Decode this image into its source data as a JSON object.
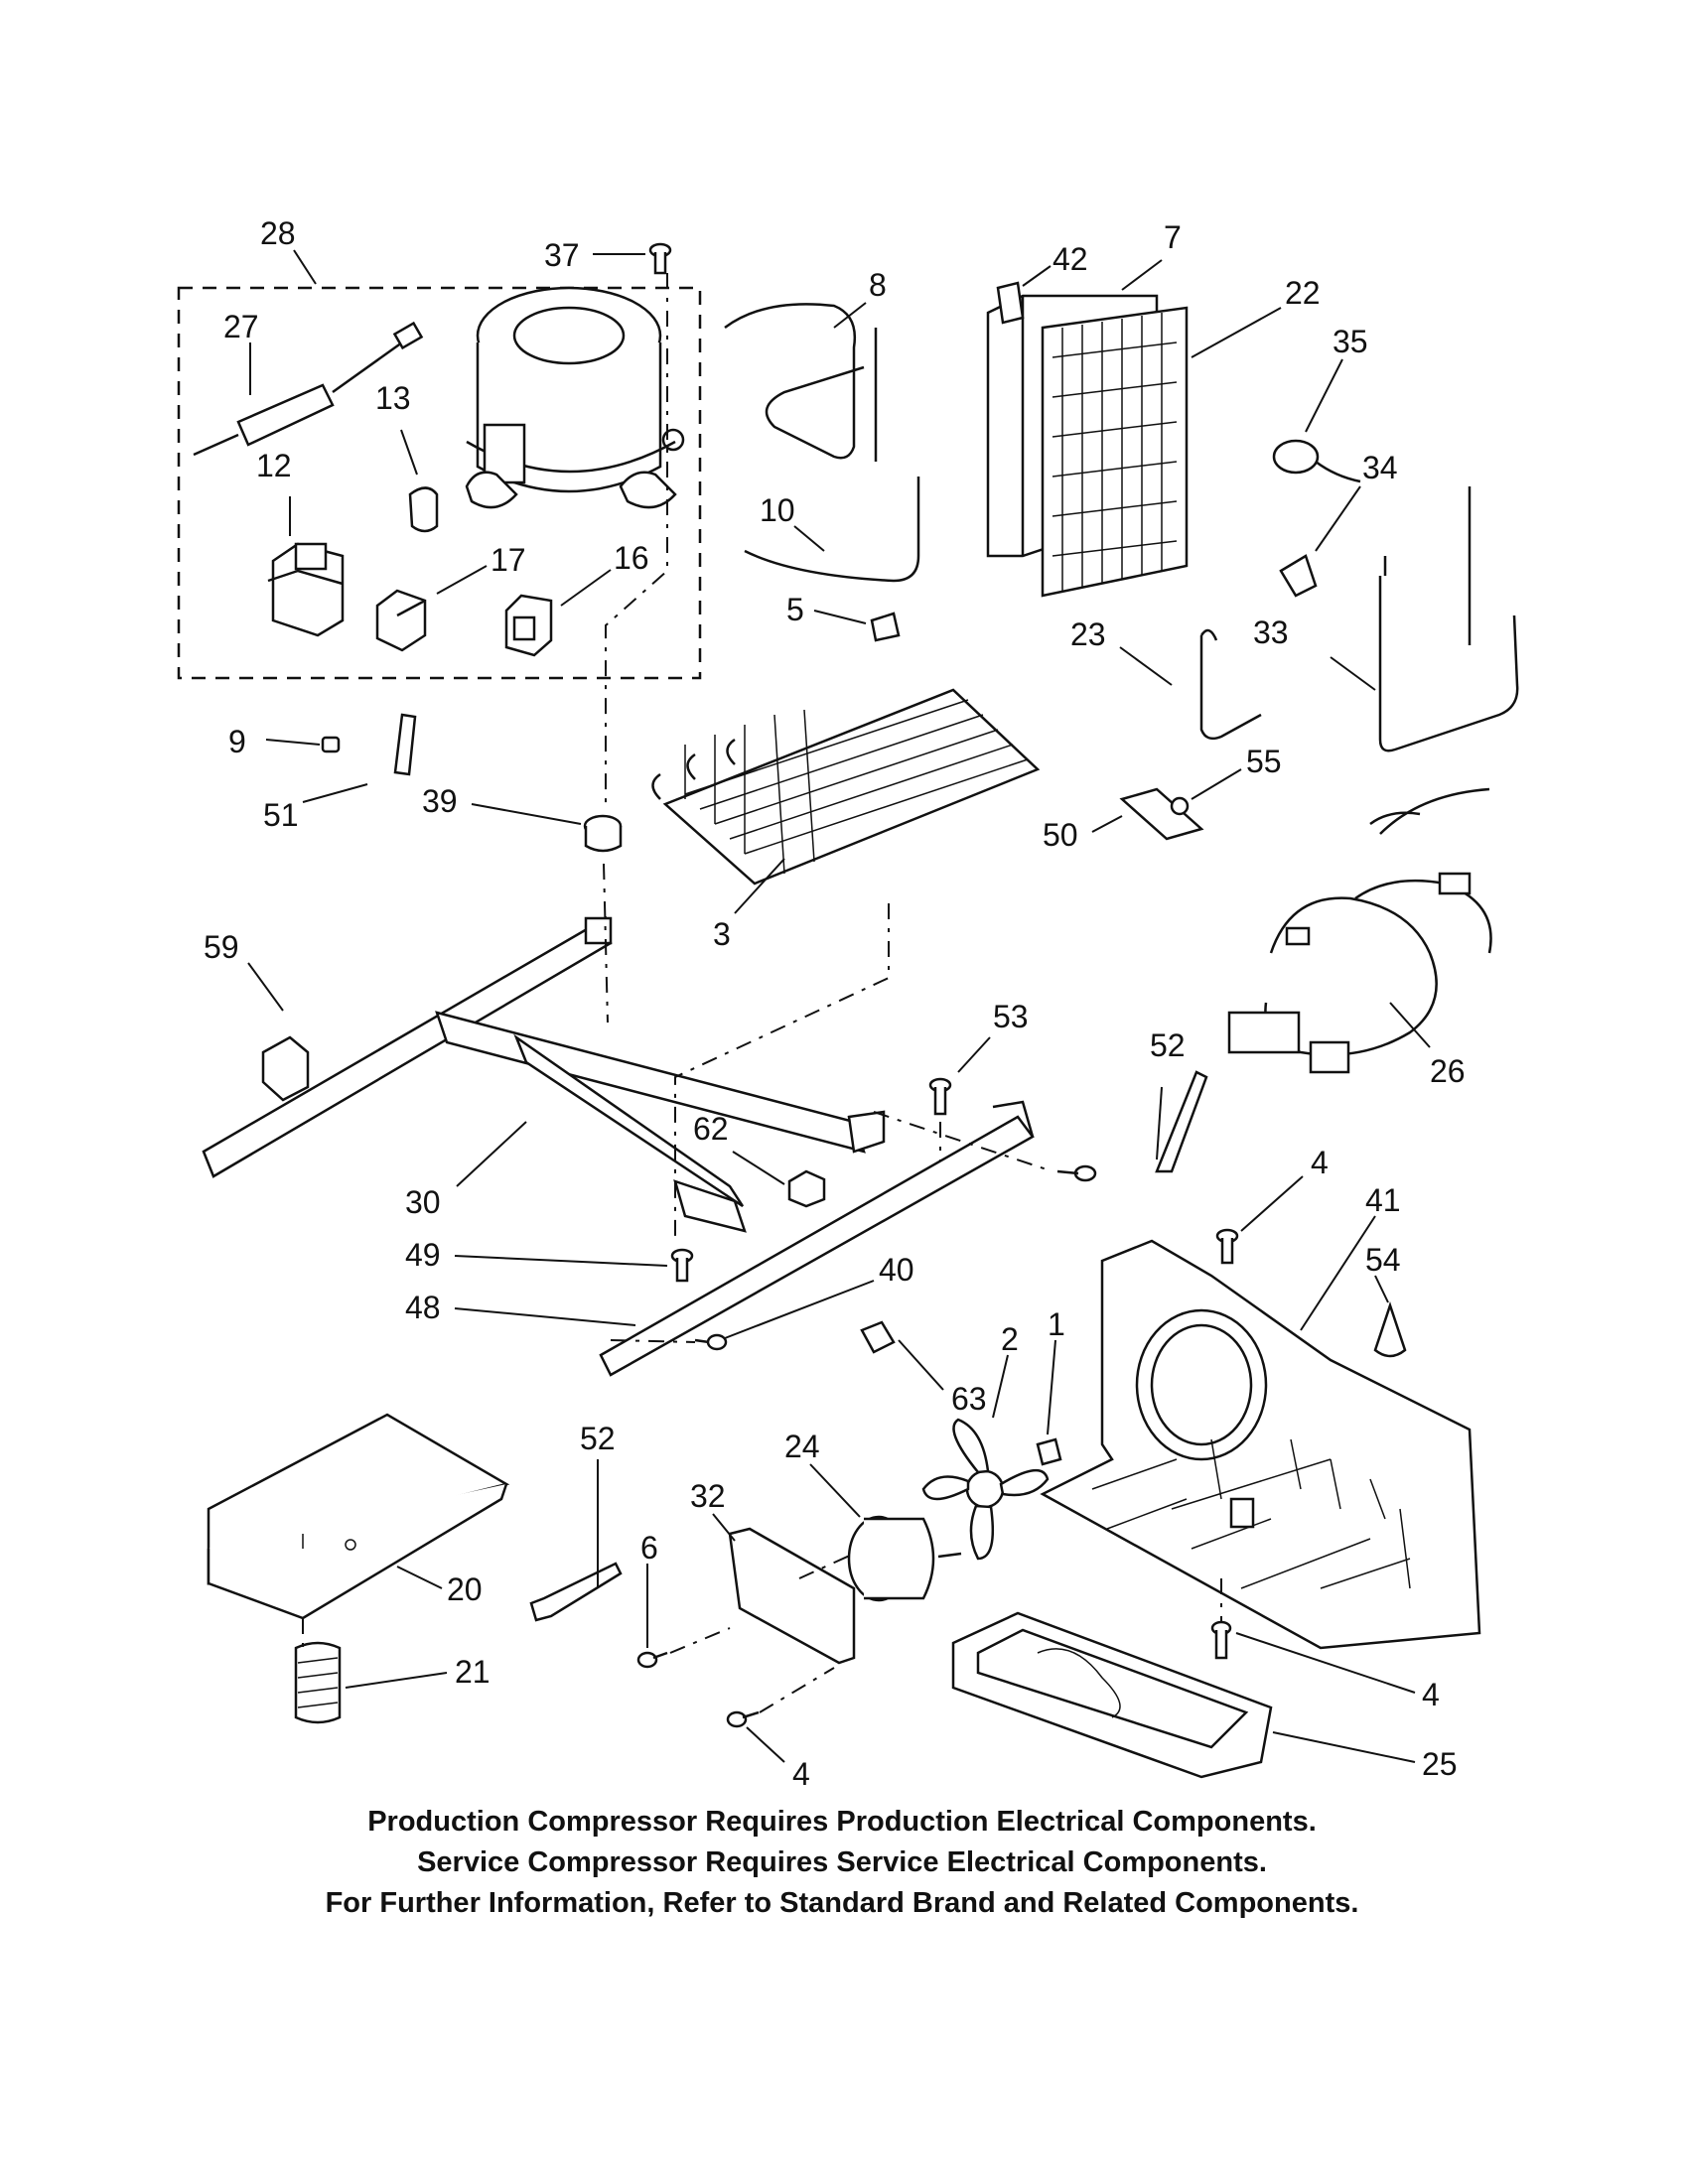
{
  "callouts": [
    {
      "id": "28",
      "text": "28"
    },
    {
      "id": "37",
      "text": "37"
    },
    {
      "id": "27",
      "text": "27"
    },
    {
      "id": "13",
      "text": "13"
    },
    {
      "id": "12",
      "text": "12"
    },
    {
      "id": "17",
      "text": "17"
    },
    {
      "id": "16",
      "text": "16"
    },
    {
      "id": "8",
      "text": "8"
    },
    {
      "id": "10",
      "text": "10"
    },
    {
      "id": "5",
      "text": "5"
    },
    {
      "id": "42",
      "text": "42"
    },
    {
      "id": "7",
      "text": "7"
    },
    {
      "id": "22",
      "text": "22"
    },
    {
      "id": "35",
      "text": "35"
    },
    {
      "id": "34",
      "text": "34"
    },
    {
      "id": "23",
      "text": "23"
    },
    {
      "id": "33",
      "text": "33"
    },
    {
      "id": "9",
      "text": "9"
    },
    {
      "id": "51",
      "text": "51"
    },
    {
      "id": "39",
      "text": "39"
    },
    {
      "id": "3",
      "text": "3"
    },
    {
      "id": "55",
      "text": "55"
    },
    {
      "id": "50",
      "text": "50"
    },
    {
      "id": "59",
      "text": "59"
    },
    {
      "id": "53",
      "text": "53"
    },
    {
      "id": "52a",
      "text": "52"
    },
    {
      "id": "26",
      "text": "26"
    },
    {
      "id": "62",
      "text": "62"
    },
    {
      "id": "30",
      "text": "30"
    },
    {
      "id": "4a",
      "text": "4"
    },
    {
      "id": "41",
      "text": "41"
    },
    {
      "id": "49",
      "text": "49"
    },
    {
      "id": "40",
      "text": "40"
    },
    {
      "id": "54",
      "text": "54"
    },
    {
      "id": "48",
      "text": "48"
    },
    {
      "id": "2",
      "text": "2"
    },
    {
      "id": "1",
      "text": "1"
    },
    {
      "id": "63",
      "text": "63"
    },
    {
      "id": "52b",
      "text": "52"
    },
    {
      "id": "24",
      "text": "24"
    },
    {
      "id": "32",
      "text": "32"
    },
    {
      "id": "6",
      "text": "6"
    },
    {
      "id": "20",
      "text": "20"
    },
    {
      "id": "21",
      "text": "21"
    },
    {
      "id": "4b",
      "text": "4"
    },
    {
      "id": "25",
      "text": "25"
    },
    {
      "id": "4c",
      "text": "4"
    }
  ],
  "notes": {
    "line1": "Production Compressor Requires Production Electrical Components.",
    "line2": "Service Compressor Requires Service Electrical Components.",
    "line3": "For Further Information, Refer to Standard Brand and Related Components."
  }
}
